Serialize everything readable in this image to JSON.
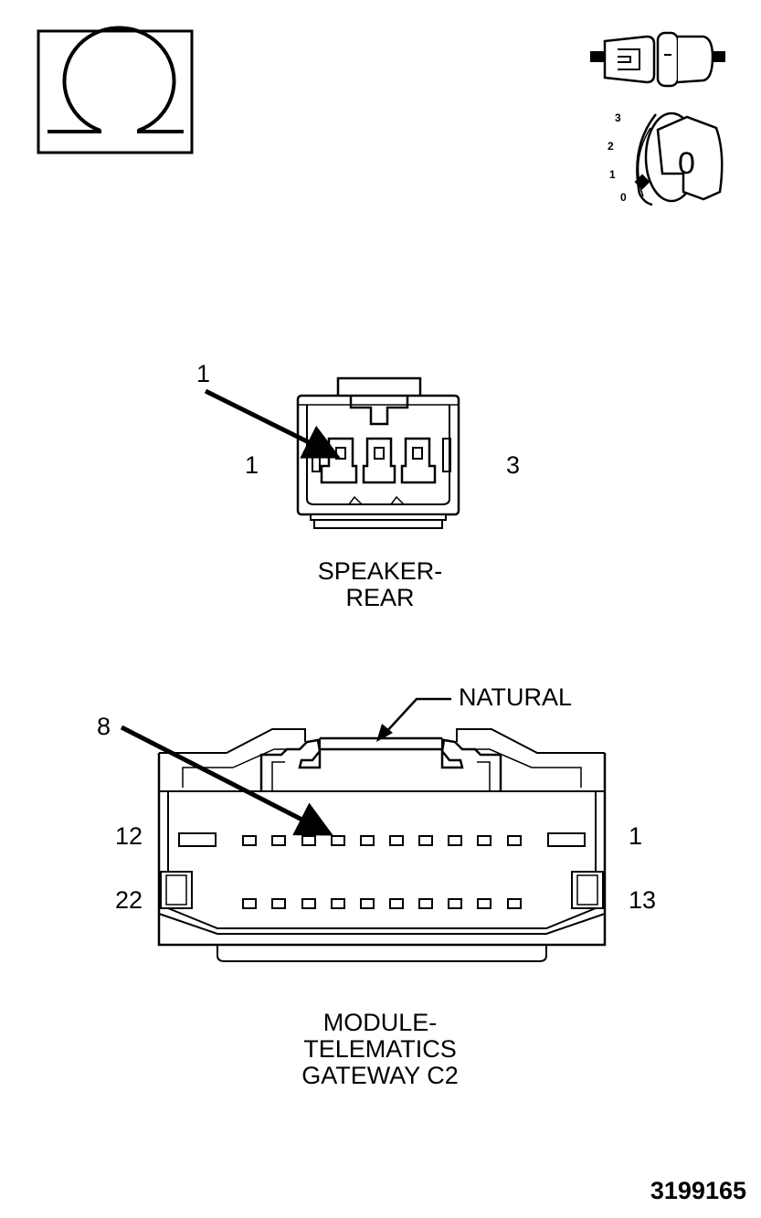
{
  "ignition_positions": [
    "3",
    "2",
    "1",
    "0"
  ],
  "ignition_key_label": "0",
  "speaker_connector": {
    "callout": "1",
    "pin_left": "1",
    "pin_right": "3",
    "name_line1": "SPEAKER-",
    "name_line2": "REAR"
  },
  "telematics_connector": {
    "callout": "8",
    "color_label": "NATURAL",
    "pin_top_left": "12",
    "pin_top_right": "1",
    "pin_bottom_left": "22",
    "pin_bottom_right": "13",
    "name_line1": "MODULE-",
    "name_line2": "TELEMATICS",
    "name_line3": "GATEWAY C2"
  },
  "figure_number": "3199165",
  "icons": [
    "ohm-icon",
    "connector-plug-icon",
    "ignition-key-icon"
  ]
}
